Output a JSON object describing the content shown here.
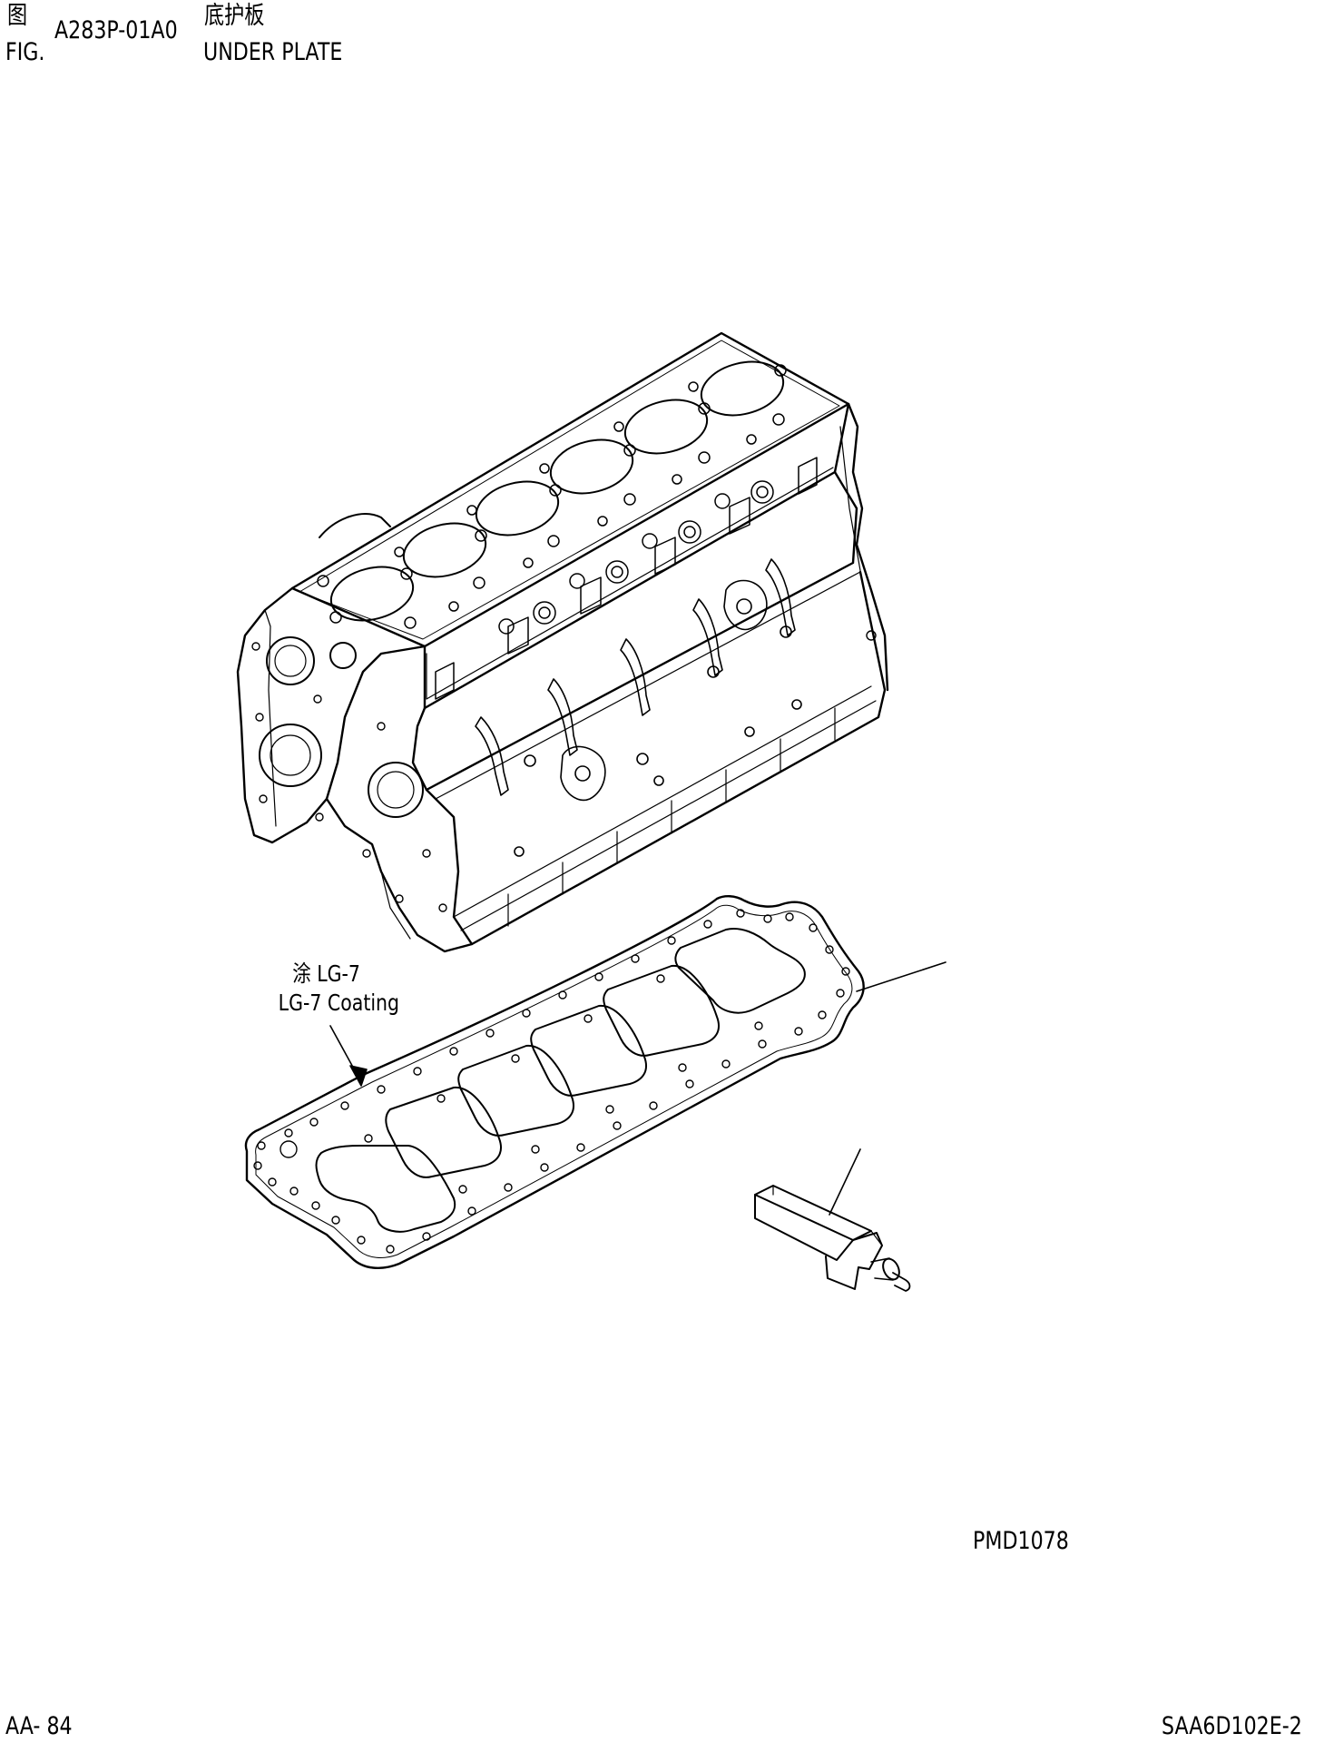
{
  "header": {
    "fig_label_cn": "图",
    "fig_label_en": "FIG.",
    "fig_number": "A283P-01A0",
    "title_cn": "底护板",
    "title_en": "UNDER PLATE"
  },
  "callouts": {
    "coating_cn": "涂 LG-7",
    "coating_en": "LG-7 Coating"
  },
  "drawing": {
    "id": "PMD1078"
  },
  "footer": {
    "page_number": "AA- 84",
    "book_code": "SAA6D102E-2"
  },
  "colors": {
    "line": "#000000",
    "background": "#ffffff"
  }
}
